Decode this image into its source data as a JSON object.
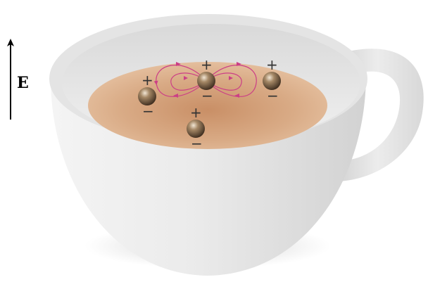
{
  "field": {
    "label": "E",
    "direction": "up"
  },
  "charges": {
    "plus_sign": "+",
    "minus_sign": "−"
  },
  "particles": [
    {
      "id": "particle-1",
      "has_field_lines": false
    },
    {
      "id": "particle-2",
      "has_field_lines": true
    },
    {
      "id": "particle-3",
      "has_field_lines": false
    },
    {
      "id": "particle-4",
      "has_field_lines": false
    }
  ],
  "colors": {
    "field_lines": "#cc3f86",
    "coffee": "#d2a17c",
    "cup": "#e6e6e6"
  }
}
